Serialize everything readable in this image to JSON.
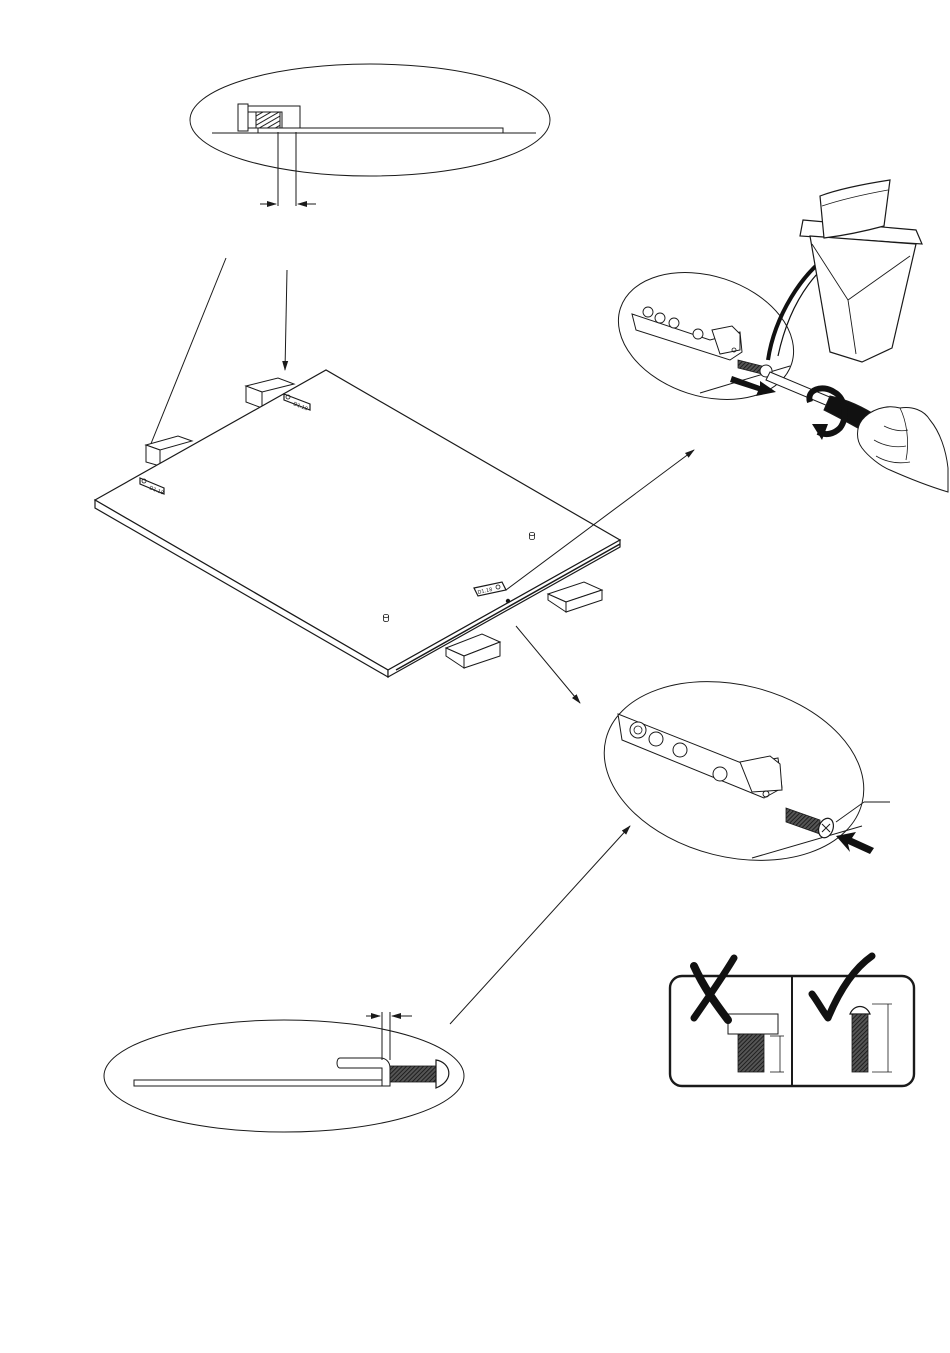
{
  "page": {
    "background": "#ffffff",
    "stroke": "#1a1a1a",
    "hatch": "#222222"
  },
  "board_labels": [
    {
      "id": "tl",
      "text": "D1.18"
    },
    {
      "id": "top",
      "text": "D1.18"
    },
    {
      "id": "right",
      "text": "D1.18"
    }
  ],
  "icons": {
    "wrong": "cross-mark-icon",
    "right": "check-mark-icon",
    "bin": "trash-bin-icon",
    "hand": "hand-screwdriver-icon"
  }
}
